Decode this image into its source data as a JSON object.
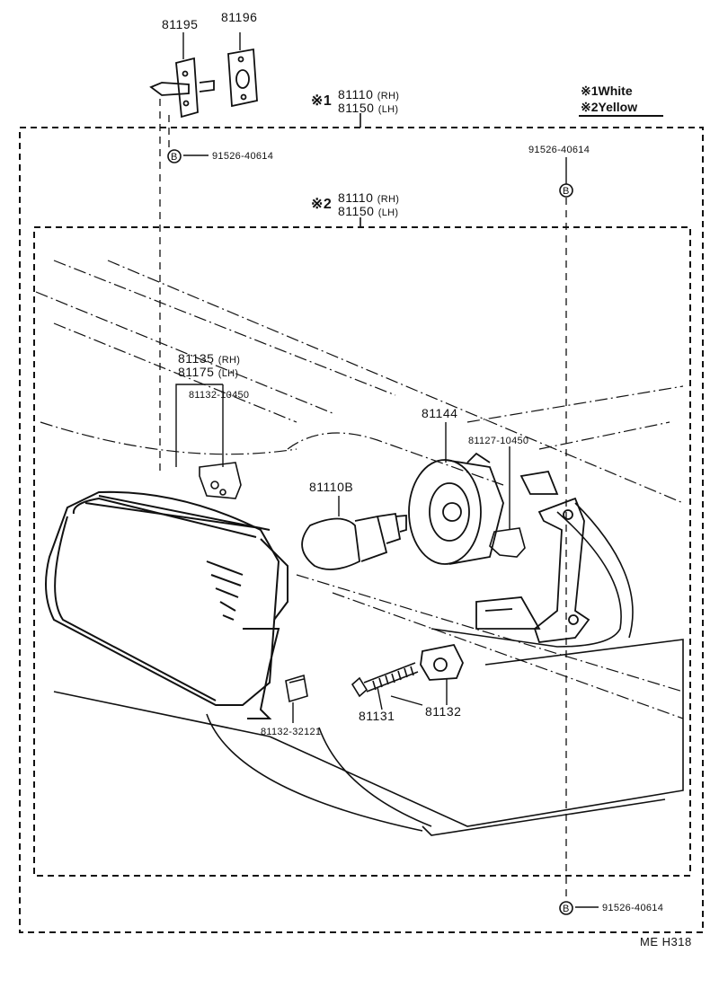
{
  "legend": [
    {
      "mark": "※1",
      "text": "White"
    },
    {
      "mark": "※2",
      "text": "Yellow"
    }
  ],
  "assemblies": [
    {
      "mark": "※1",
      "rh": "81110",
      "rh_tag": "(RH)",
      "lh": "81150",
      "lh_tag": "(LH)"
    },
    {
      "mark": "※2",
      "rh": "81110",
      "rh_tag": "(RH)",
      "lh": "81150",
      "lh_tag": "(LH)"
    }
  ],
  "parts": {
    "p81195": "81195",
    "p81196": "81196",
    "bolt_top_left": "91526-40614",
    "bolt_top_right": "91526-40614",
    "bolt_bottom_right": "91526-40614",
    "bolt_marker": "B",
    "p81135": "81135",
    "p81135_tag": "(RH)",
    "p81175": "81175",
    "p81175_tag": "(LH)",
    "p81132_10450": "81132-10450",
    "p81144": "81144",
    "p81127": "81127-10450",
    "p81110b": "81110B",
    "p81131": "81131",
    "p81132": "81132",
    "p81132_32121": "81132-32121"
  },
  "footer": {
    "code": "ME  H318"
  }
}
